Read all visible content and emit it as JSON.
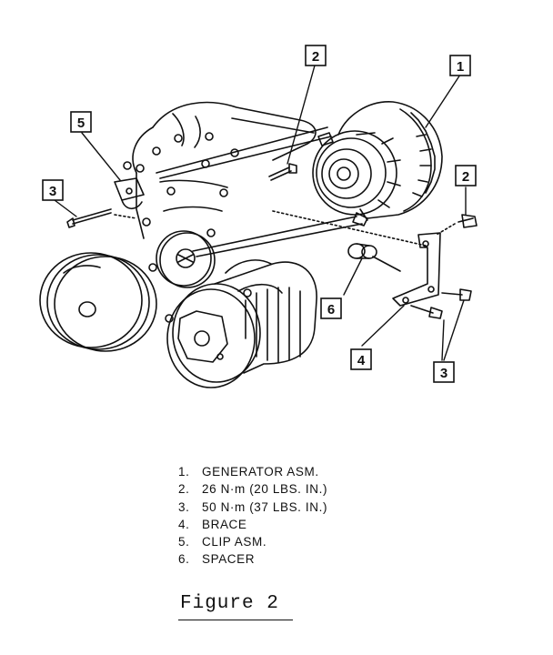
{
  "callouts": {
    "c1": "1",
    "c2a": "2",
    "c2b": "2",
    "c3a": "3",
    "c3b": "3",
    "c4": "4",
    "c5": "5",
    "c6": "6"
  },
  "legend": [
    {
      "num": "1.",
      "text": "GENERATOR ASM."
    },
    {
      "num": "2.",
      "text": "26 N·m (20 LBS. IN.)"
    },
    {
      "num": "3.",
      "text": "50 N·m (37 LBS. IN.)"
    },
    {
      "num": "4.",
      "text": "BRACE"
    },
    {
      "num": "5.",
      "text": "CLIP ASM."
    },
    {
      "num": "6.",
      "text": "SPACER"
    }
  ],
  "caption": "Figure 2",
  "colors": {
    "ink": "#111111",
    "paper": "#ffffff"
  }
}
